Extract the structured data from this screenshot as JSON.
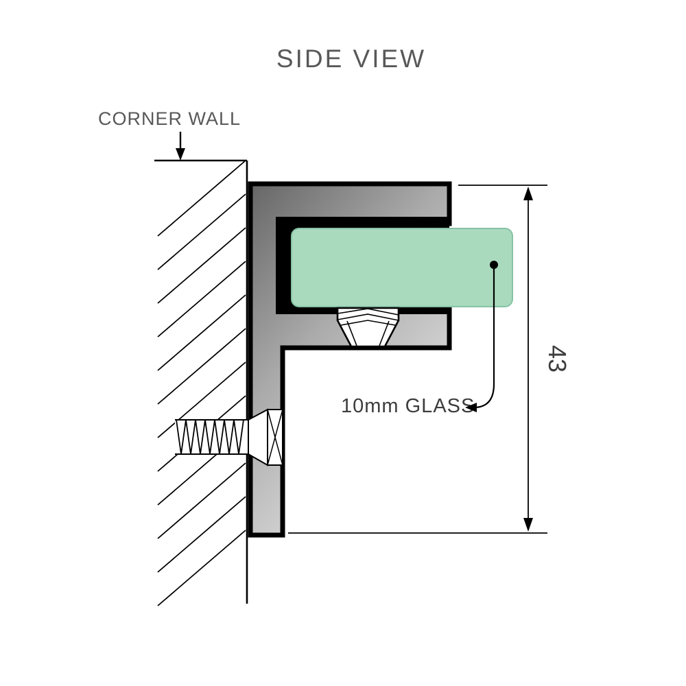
{
  "title": "SIDE VIEW",
  "wall": {
    "label": "CORNER WALL"
  },
  "glass": {
    "label": "10mm GLASS"
  },
  "dimension": {
    "value": "43"
  },
  "colors": {
    "glass_fill": "#a9dabe",
    "title_text": "#585858",
    "label_text": "#3d3d3d",
    "line": "#000000"
  }
}
